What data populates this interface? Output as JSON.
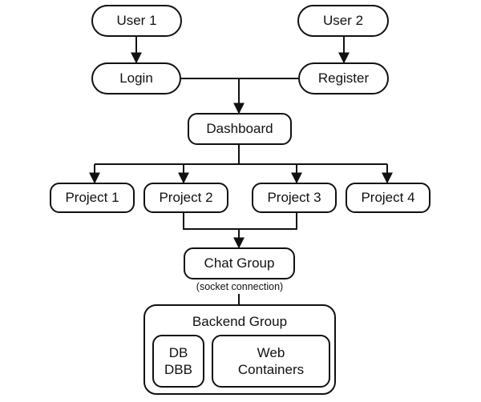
{
  "nodes": {
    "user1": "User 1",
    "user2": "User 2",
    "login": "Login",
    "register": "Register",
    "dashboard": "Dashboard",
    "project1": "Project 1",
    "project2": "Project 2",
    "project3": "Project 3",
    "project4": "Project 4",
    "chat_group": "Chat Group",
    "socket_note": "(socket connection)"
  },
  "backend": {
    "title": "Backend Group",
    "db_line1": "DB",
    "db_line2": "DBB",
    "web_line1": "Web",
    "web_line2": "Containers"
  },
  "colors": {
    "stroke": "#111111",
    "fill": "#ffffff"
  }
}
